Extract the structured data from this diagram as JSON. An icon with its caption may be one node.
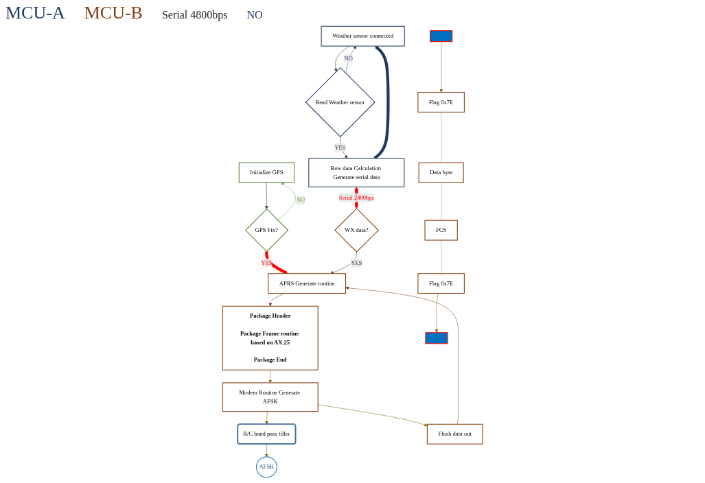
{
  "diagram": {
    "nodes": [
      {
        "text": [
          "Weather sensor connected"
        ]
      },
      {
        "text": [
          "Read Weather sensor"
        ]
      },
      {
        "text": [
          "Raw data Calculation Generate serial data"
        ]
      },
      {
        "text": [
          "Initialize GPS"
        ]
      },
      {
        "text": [
          "GPS Fix?"
        ]
      },
      {
        "text": [
          "APRS Generate routine"
        ]
      },
      {
        "text": [
          "WX data?"
        ]
      },
      {
        "text": [
          "Package Header",
          "Package Frame routine based on AX.25",
          "Package End"
        ]
      },
      {
        "text": [],
        "shape": "box"
      },
      {
        "text": [
          "Flag 0x7E"
        ]
      },
      {
        "text": [
          "Data byte"
        ]
      },
      {
        "text": [
          "FCS"
        ]
      },
      {
        "text": [],
        "shape": "box"
      },
      {
        "text": [
          "Flag 0x7E"
        ]
      },
      {
        "text": [
          "Modem Routine Generate AFSK"
        ]
      },
      {
        "text": [
          "R/C band pass filler"
        ]
      },
      {
        "text": [
          "AFSK"
        ]
      },
      {
        "text": [
          "Flush data out"
        ]
      }
    ],
    "edges": [
      {
        "from": 0,
        "to": 1,
        "arrow": "to"
      },
      {
        "from": 1,
        "to": 2,
        "arrow": "to",
        "label": "YES"
      },
      {
        "from": 1,
        "to": 0,
        "arrow": "to",
        "label": "NO",
        "color": "#1f3864"
      },
      {
        "from": 2,
        "to": 0,
        "arrow": "to",
        "style": "thick",
        "color": "#1f3864"
      },
      {
        "from": 3,
        "to": 4,
        "arrow": "to"
      },
      {
        "from": 4,
        "to": 3,
        "arrow": "to",
        "label": "NO",
        "color": "#70ad47"
      },
      {
        "from": 4,
        "to": 5,
        "arrow": "to",
        "label": "YES",
        "style": "thick",
        "color": "#ff0000"
      },
      {
        "from": 6,
        "to": 5,
        "arrow": "to",
        "label": "YES"
      },
      {
        "from": 2,
        "to": 6,
        "arrow": "both",
        "label": "Serial 2400bps",
        "style": "thick",
        "color": "#ff0000"
      },
      {
        "from": 5,
        "to": 7,
        "arrow": "to",
        "color": "#843c0c"
      },
      {
        "from": 8,
        "to": 9,
        "arrow": "to",
        "color": "#7f6000"
      },
      {
        "from": 9,
        "to": 10,
        "arrow": "none",
        "color": "#5b9bd5"
      },
      {
        "from": 10,
        "to": 11,
        "arrow": "none",
        "color": "#5b9bd5"
      },
      {
        "from": 11,
        "to": 13,
        "arrow": "none",
        "color": "#5b9bd5"
      },
      {
        "from": 13,
        "to": 12,
        "arrow": "to",
        "color": "#7f6000"
      },
      {
        "from": 7,
        "to": 14,
        "arrow": "to",
        "color": "#7f6000"
      },
      {
        "from": 14,
        "to": 15,
        "arrow": "to",
        "color": "#7f6000"
      },
      {
        "from": 15,
        "to": 16,
        "arrow": "to",
        "color": "#7f6000"
      },
      {
        "from": 14,
        "to": 17,
        "arrow": "to",
        "color": "#7f6000"
      },
      {
        "from": 17,
        "to": 5,
        "arrow": "to",
        "color": "#843c0c"
      }
    ],
    "labels": [
      "MCU-A",
      "MCU-B",
      "Serial 4800bps",
      "NO"
    ]
  }
}
